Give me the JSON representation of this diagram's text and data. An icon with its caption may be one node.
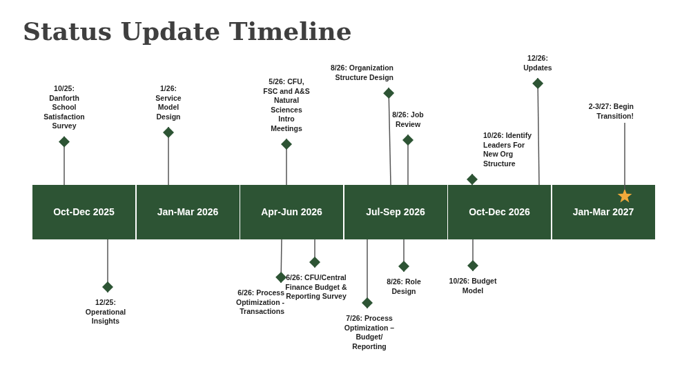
{
  "diagram": {
    "title": "Status Update Timeline",
    "nodes": [
      {
        "text": [
          "Oct-Dec 2025"
        ]
      },
      {
        "text": [
          "Jan-Mar 2026"
        ]
      },
      {
        "text": [
          "Apr-Jun 2026"
        ]
      },
      {
        "text": [
          "Jul-Sep 2026"
        ]
      },
      {
        "text": [
          "Oct-Dec 2026"
        ]
      },
      {
        "text": [
          "Jan-Mar 2027"
        ]
      },
      {
        "text": [
          "10/25: Danforth School Satisfaction Survey"
        ]
      },
      {
        "text": [
          "1/26: Service Model Design"
        ]
      },
      {
        "text": [
          "5/26: CFU, FSC and A&S Natural Sciences Intro Meetings"
        ]
      },
      {
        "text": [
          "8/26: Organization Structure Design"
        ]
      },
      {
        "text": [
          "8/26: Job Review"
        ]
      },
      {
        "text": [
          "10/26: Identify Leaders For New Org Structure"
        ]
      },
      {
        "text": [
          "12/26: Updates"
        ]
      },
      {
        "text": [
          "2-3/27: Begin Transition!"
        ]
      },
      {
        "text": [
          "12/25: Operational Insights"
        ]
      },
      {
        "text": [
          "6/26: Process Optimization - Transactions"
        ]
      },
      {
        "text": [
          "6/26: CFU/Central Finance Budget & Reporting Survey"
        ]
      },
      {
        "text": [
          "7/26: Process Optimization – Budget/ Reporting"
        ]
      },
      {
        "text": [
          "8/26: Role Design"
        ]
      },
      {
        "text": [
          "10/26: Budget Model"
        ]
      },
      {
        "text": [],
        "shape": "star",
        "in": 5
      }
    ],
    "edges": [
      {
        "from": 6,
        "to": 0,
        "arrow": "other"
      },
      {
        "from": 7,
        "to": 1,
        "arrow": "other"
      },
      {
        "from": 8,
        "to": 2,
        "arrow": "other"
      },
      {
        "from": 9,
        "to": 3,
        "arrow": "other"
      },
      {
        "from": 10,
        "to": 3,
        "arrow": "other"
      },
      {
        "from": 11,
        "to": 4,
        "arrow": "other"
      },
      {
        "from": 12,
        "to": 4,
        "arrow": "other"
      },
      {
        "from": 13,
        "to": 20,
        "arrow": "none"
      },
      {
        "from": 14,
        "to": 0,
        "arrow": "other"
      },
      {
        "from": 15,
        "to": 2,
        "arrow": "other"
      },
      {
        "from": 16,
        "to": 2,
        "arrow": "other"
      },
      {
        "from": 17,
        "to": 3,
        "arrow": "other"
      },
      {
        "from": 18,
        "to": 3,
        "arrow": "other"
      },
      {
        "from": 19,
        "to": 4,
        "arrow": "other"
      }
    ]
  }
}
